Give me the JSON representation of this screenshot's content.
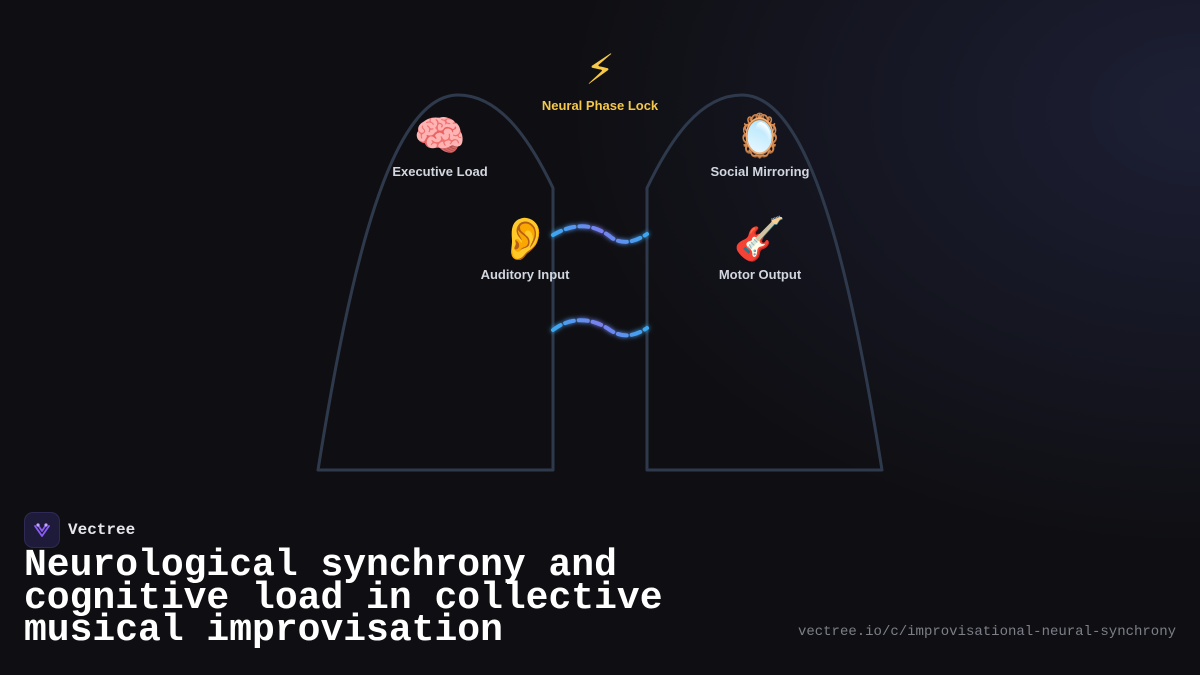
{
  "brand": {
    "name": "Vectree",
    "logo_icon": "vectree-logo-icon",
    "accent": "#8b5cf6"
  },
  "title": "Neurological synchrony and cognitive load in collective musical improvisation",
  "url": "vectree.io/c/improvisational-neural-synchrony",
  "diagram": {
    "nodes": [
      {
        "id": "neural-phase-lock",
        "label": "Neural Phase Lock",
        "glyph": "⚡",
        "icon": "lightning-icon",
        "color": "#f5c84a"
      },
      {
        "id": "executive-load",
        "label": "Executive Load",
        "glyph": "🧠",
        "icon": "brain-icon"
      },
      {
        "id": "social-mirroring",
        "label": "Social Mirroring",
        "glyph": "🪞",
        "icon": "mirror-icon"
      },
      {
        "id": "auditory-input",
        "label": "Auditory Input",
        "glyph": "👂",
        "icon": "ear-icon"
      },
      {
        "id": "motor-output",
        "label": "Motor Output",
        "glyph": "🎸",
        "icon": "guitar-icon"
      }
    ],
    "colors": {
      "outline": "#2e3a4c",
      "wave_start": "#3aa8f0",
      "wave_end": "#7b7ff0",
      "highlight": "#f5c84a"
    }
  }
}
